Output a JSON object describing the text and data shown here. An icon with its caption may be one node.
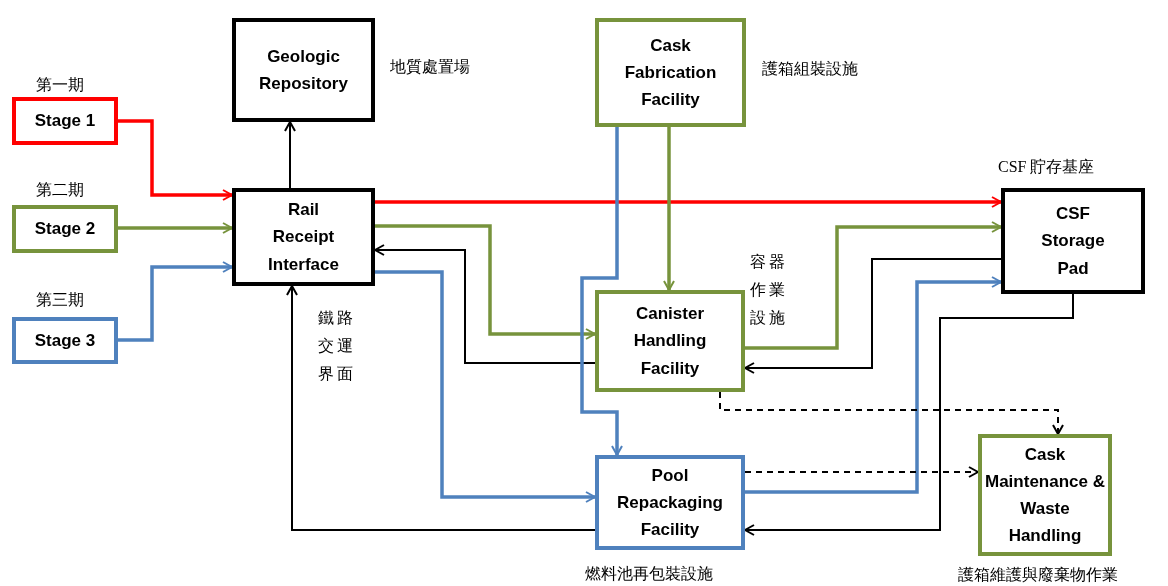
{
  "diagram": {
    "nodes": [
      {
        "text": [
          "Stage 1"
        ],
        "beside": [
          "第一期"
        ]
      },
      {
        "text": [
          "Stage 2"
        ],
        "beside": [
          "第二期"
        ]
      },
      {
        "text": [
          "Stage 3"
        ],
        "beside": [
          "第三期"
        ]
      },
      {
        "text": [
          "Geologic Repository"
        ],
        "beside": [
          "地質處置場"
        ]
      },
      {
        "text": [
          "Rail Receipt Interface"
        ],
        "beside": [
          "鐵路交運界面"
        ]
      },
      {
        "text": [
          "Cask Fabrication Facility"
        ],
        "beside": [
          "護箱組裝設施"
        ]
      },
      {
        "text": [
          "Canister Handling Facility"
        ],
        "beside": [
          "容器作業設施"
        ]
      },
      {
        "text": [
          "CSF Storage Pad"
        ],
        "beside": [
          "CSF 貯存基座"
        ]
      },
      {
        "text": [
          "Pool Repackaging Facility"
        ],
        "beside": [
          "燃料池再包裝設施"
        ]
      },
      {
        "text": [
          "Cask Maintenance & Waste Handling"
        ],
        "beside": [
          "護箱維護與廢棄物作業"
        ]
      }
    ],
    "edges": [
      {
        "from": 0,
        "to": 4,
        "arrow": "to",
        "color": "#ff0000"
      },
      {
        "from": 1,
        "to": 4,
        "arrow": "to",
        "color": "#77933c"
      },
      {
        "from": 2,
        "to": 4,
        "arrow": "to",
        "color": "#4f81bd"
      },
      {
        "from": 4,
        "to": 3,
        "arrow": "to"
      },
      {
        "from": 4,
        "to": 7,
        "arrow": "to",
        "color": "#ff0000"
      },
      {
        "from": 4,
        "to": 6,
        "arrow": "to",
        "color": "#77933c"
      },
      {
        "from": 6,
        "to": 4,
        "arrow": "to"
      },
      {
        "from": 4,
        "to": 8,
        "arrow": "to",
        "color": "#4f81bd"
      },
      {
        "from": 8,
        "to": 4,
        "arrow": "to"
      },
      {
        "from": 5,
        "to": 6,
        "arrow": "to",
        "color": "#77933c"
      },
      {
        "from": 5,
        "to": 8,
        "arrow": "to",
        "color": "#4f81bd"
      },
      {
        "from": 6,
        "to": 7,
        "arrow": "to",
        "color": "#77933c"
      },
      {
        "from": 7,
        "to": 6,
        "arrow": "to"
      },
      {
        "from": 8,
        "to": 7,
        "arrow": "to",
        "color": "#4f81bd"
      },
      {
        "from": 7,
        "to": 8,
        "arrow": "to"
      },
      {
        "from": 6,
        "to": 9,
        "arrow": "to",
        "style": "dashed"
      },
      {
        "from": 8,
        "to": 9,
        "arrow": "to",
        "style": "dashed"
      }
    ]
  }
}
